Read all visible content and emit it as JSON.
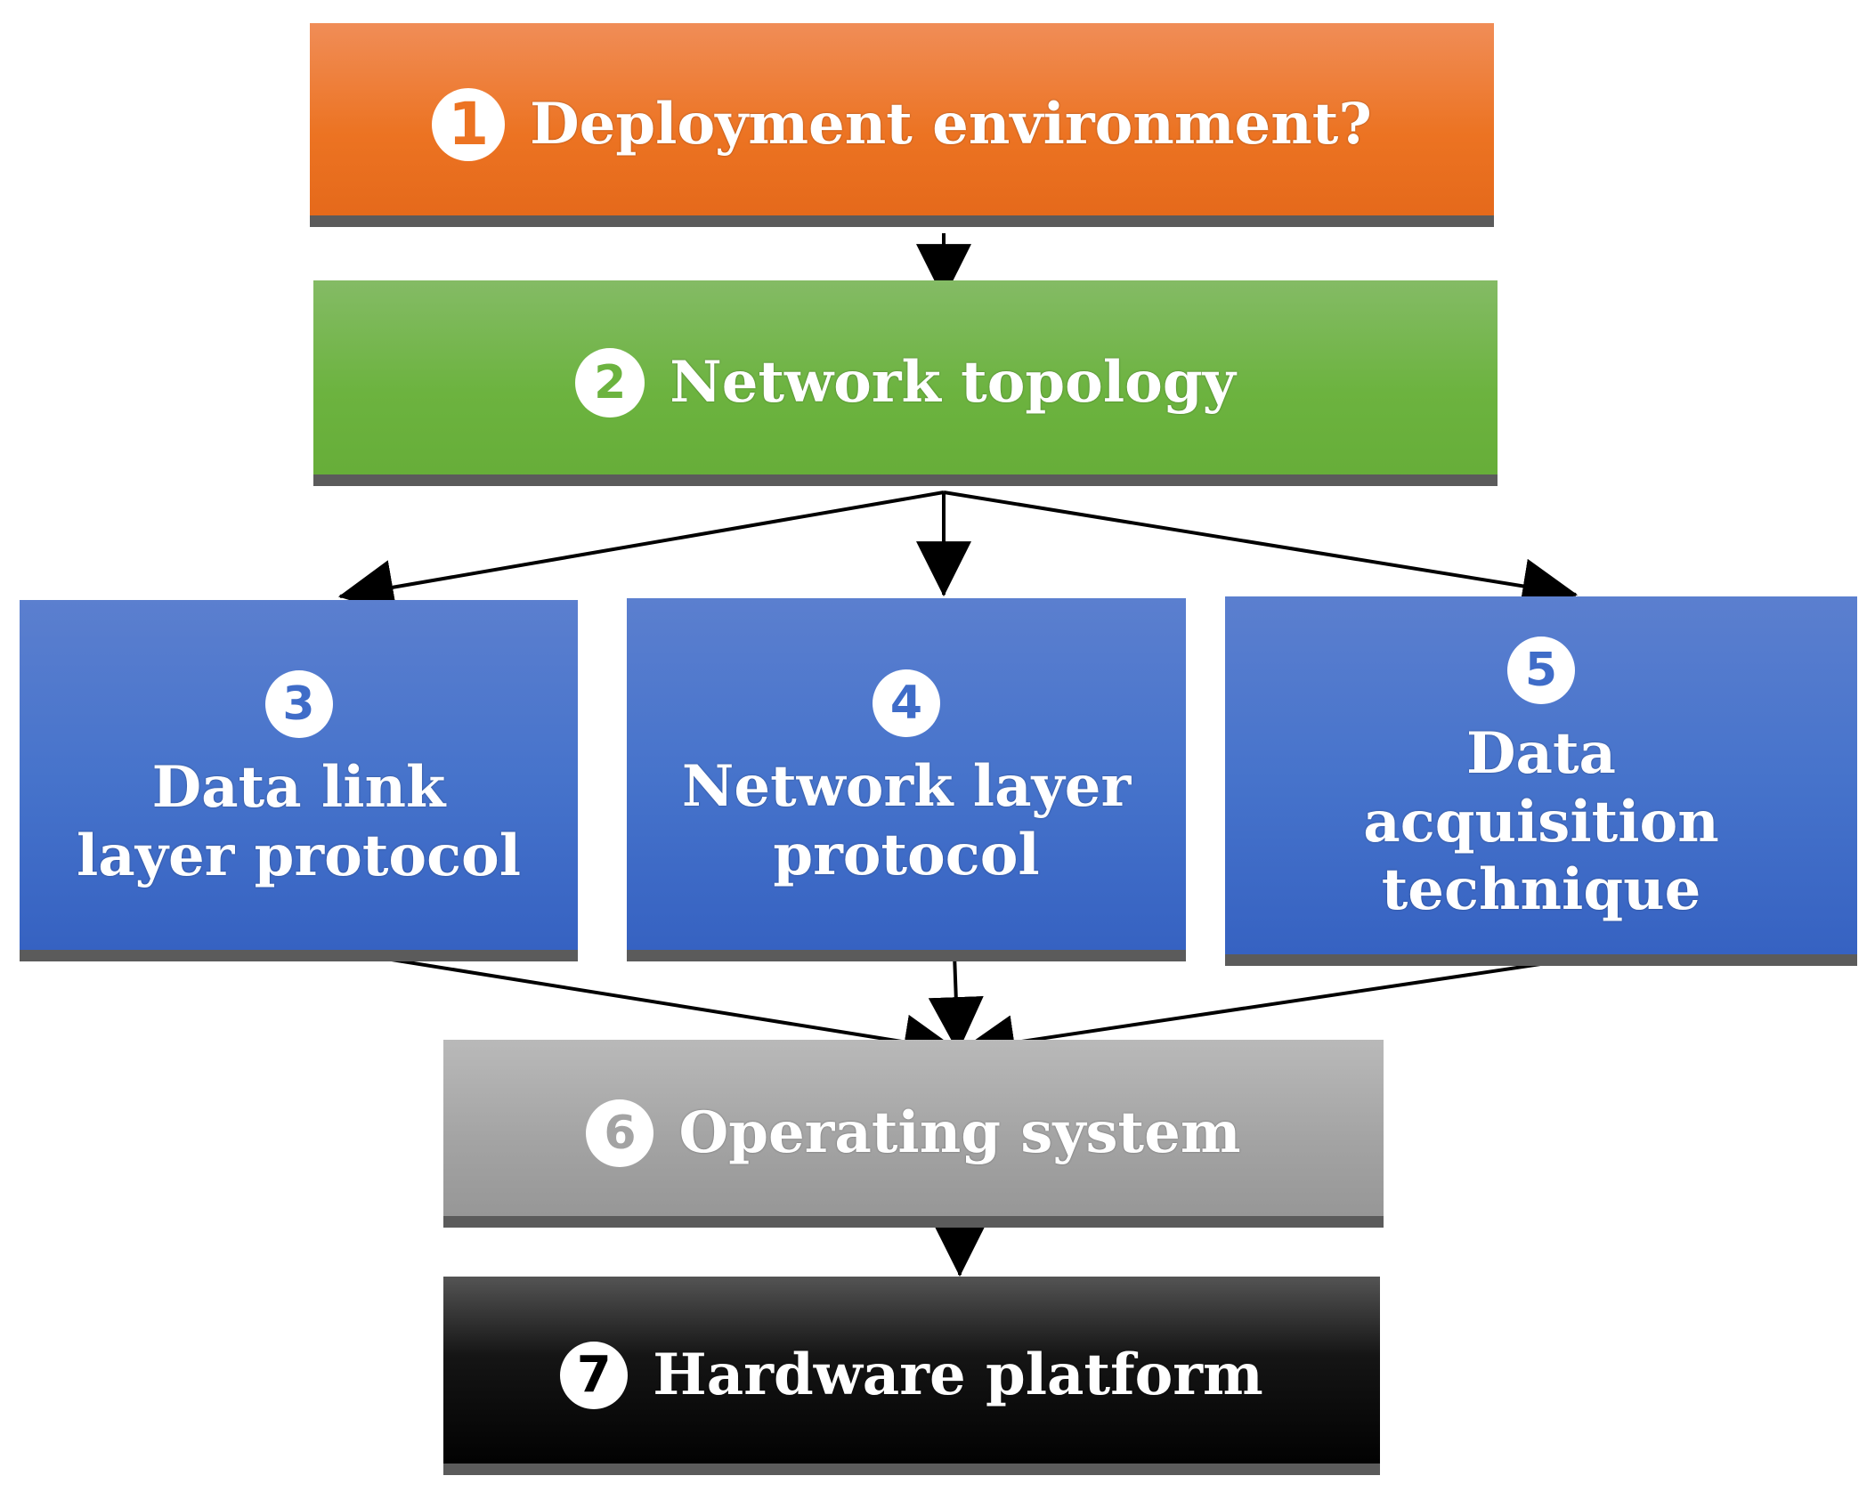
{
  "nodes": [
    {
      "id": "1",
      "badge": "1",
      "label": "Deployment environment?"
    },
    {
      "id": "2",
      "badge": "2",
      "label": "Network topology"
    },
    {
      "id": "3",
      "badge": "3",
      "label": "Data link layer protocol"
    },
    {
      "id": "4",
      "badge": "4",
      "label": "Network layer protocol"
    },
    {
      "id": "5",
      "badge": "5",
      "label": "Data acquisition technique"
    },
    {
      "id": "6",
      "badge": "6",
      "label": "Operating system"
    },
    {
      "id": "7",
      "badge": "7",
      "label": "Hardware platform"
    }
  ],
  "edges": [
    {
      "from": "1",
      "to": "2"
    },
    {
      "from": "2",
      "to": "3"
    },
    {
      "from": "2",
      "to": "4"
    },
    {
      "from": "2",
      "to": "5"
    },
    {
      "from": "3",
      "to": "6"
    },
    {
      "from": "4",
      "to": "6"
    },
    {
      "from": "5",
      "to": "6"
    },
    {
      "from": "6",
      "to": "7"
    }
  ],
  "colors": {
    "node_1": "#ec7322",
    "node_2": "#6cb33f",
    "nodes_3_5": "#4673cb",
    "node_6": "#a3a3a3",
    "node_7": "#000000",
    "arrow": "#000000"
  }
}
